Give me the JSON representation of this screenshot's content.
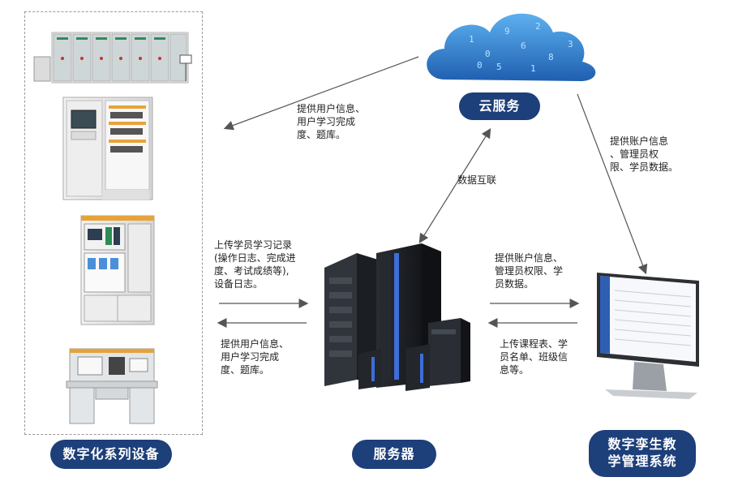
{
  "nodes": {
    "cloud_label": "云服务",
    "server_label": "服务器",
    "devices_label": "数字化系列设备",
    "system_label": "数字孪生教\n学管理系统"
  },
  "notes": {
    "cloud_to_devices": "提供用户信息、\n用户学习完成\n度、题库。",
    "cloud_to_system": "提供账户信息\n、管理员权\n限、学员数据。",
    "cloud_server_link": "数据互联",
    "devices_to_server": "上传学员学习记录\n(操作日志、完成进\n度、考试成绩等),\n设备日志。",
    "server_to_devices": "提供用户信息、\n用户学习完成\n度、题库。",
    "server_to_system": "提供账户信息、\n管理员权限、学\n员数据。",
    "system_to_server": "上传课程表、学\n员名单、班级信\n息等。"
  },
  "cloud_digits": [
    "1",
    "0",
    "9",
    "6",
    "2",
    "8",
    "3",
    "5",
    "1",
    "0"
  ],
  "colors": {
    "accent": "#1d3f7a",
    "cloud": "#2f7fd0",
    "arrow": "#555555"
  }
}
